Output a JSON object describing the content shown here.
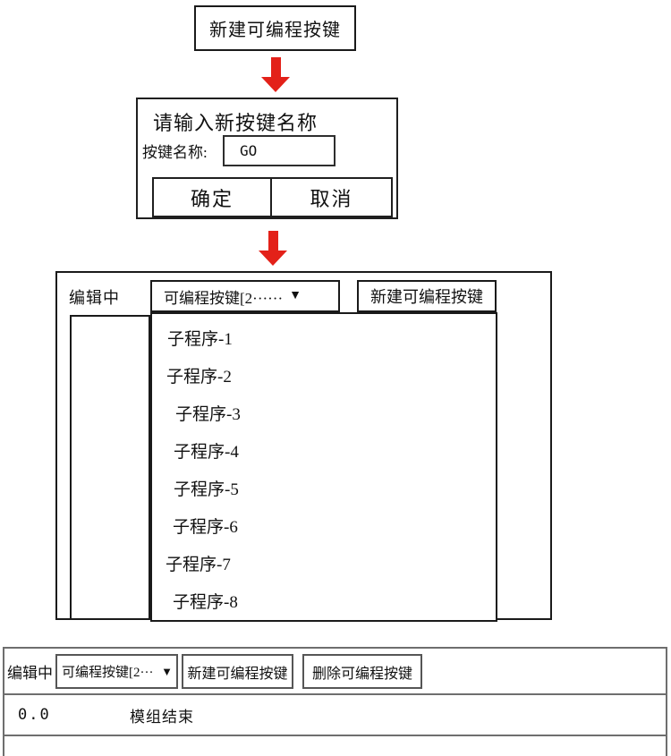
{
  "colors": {
    "arrow_red": "#e32119",
    "border_dark": "#1a1a1a",
    "border_gray": "#6e6e6e"
  },
  "flow": {
    "start_button": "新建可编程按键"
  },
  "dialog": {
    "title": "请输入新按键名称",
    "name_label": "按键名称:",
    "name_value": "GO",
    "ok_label": "确定",
    "cancel_label": "取消"
  },
  "editor_panel": {
    "status_label": "编辑中",
    "dropdown_value": "可编程按键[2······",
    "dropdown_arrow": "▼",
    "new_button": "新建可编程按键",
    "subroutines": [
      "子程序-1",
      "子程序-2",
      "子程序-3",
      "子程序-4",
      "子程序-5",
      "子程序-6",
      "子程序-7",
      "子程序-8"
    ]
  },
  "bottom_bar": {
    "status_label": "编辑中",
    "dropdown_value": "可编程按键[2···",
    "dropdown_arrow": "▼",
    "new_button": "新建可编程按键",
    "delete_button": "删除可编程按键",
    "row": {
      "number": "0.0",
      "text": "模组结束"
    }
  }
}
